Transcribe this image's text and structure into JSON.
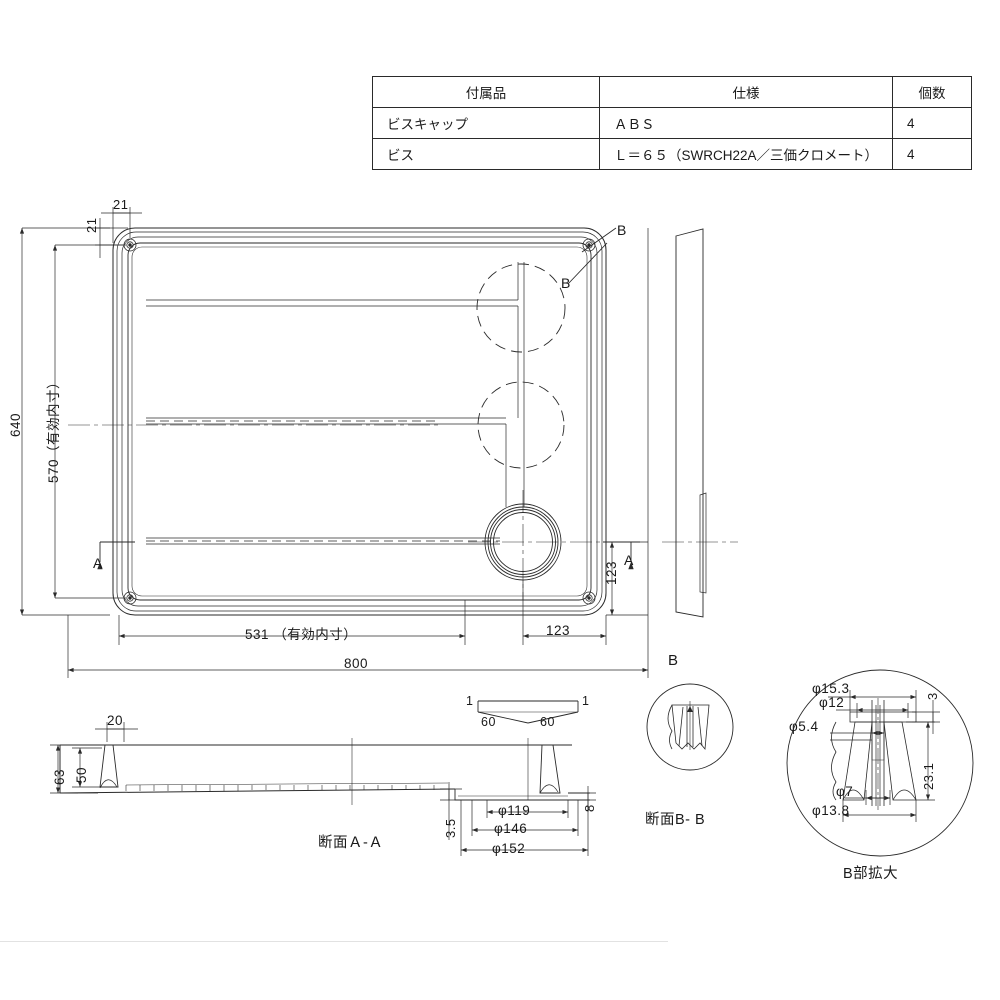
{
  "title": "washing-machine-drain-pan-technical-drawing",
  "accessory_table": {
    "headers": [
      "付属品",
      "仕様",
      "個数"
    ],
    "rows": [
      {
        "item": "ビスキャップ",
        "spec": "ＡＢＳ",
        "qty": "4"
      },
      {
        "item": "ビス",
        "spec": "Ｌ＝６５（SWRCH22A／三価クロメート）",
        "qty": "4"
      }
    ]
  },
  "plan_view": {
    "dim_corner_x": "21",
    "dim_corner_y": "21",
    "dim_height_overall": "640",
    "dim_height_inner": "570（有効内寸）",
    "dim_width_inner": "531 （有効内寸）",
    "dim_width_overall": "800",
    "dim_drain_offset_x": "123",
    "dim_drain_offset_y": "123",
    "mark_a_left": "A",
    "mark_a_right": "A",
    "mark_b_outer": "B",
    "mark_b_inner": "B"
  },
  "slope_detail": {
    "left_ratio": "1",
    "right_ratio": "1",
    "left_run": "60",
    "right_run": "60"
  },
  "section_aa": {
    "caption": "断面Ａ-Ａ",
    "dim_rib_width": "20",
    "dim_total_height": "63",
    "dim_inner_height": "50",
    "dim_step": "3.5",
    "dim_lip": "8",
    "dim_bore_inner": "φ119",
    "dim_bore_mid": "φ146",
    "dim_bore_outer": "φ152"
  },
  "section_bb": {
    "label": "B",
    "caption": "断面B- B"
  },
  "detail_b": {
    "caption": "B部拡大",
    "dim_cap_outer": "φ15.3",
    "dim_cap_inner": "φ12",
    "dim_screw_head": "φ5.4",
    "dim_screw_shaft": "φ7",
    "dim_base": "φ13.8",
    "dim_cap_thickness": "3",
    "dim_boss_height": "23.1"
  },
  "colors": {
    "line": "#2a2a2a",
    "thin": "#555555",
    "background": "#ffffff"
  }
}
